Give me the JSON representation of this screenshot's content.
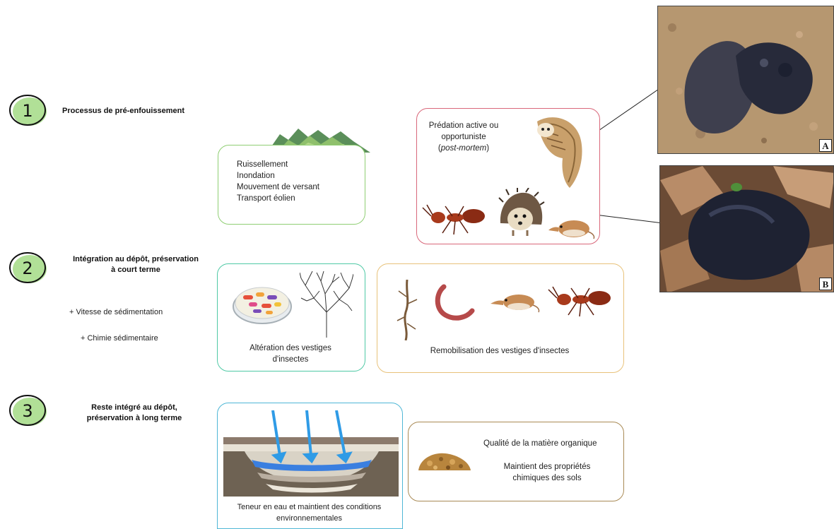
{
  "steps": [
    {
      "number": "1",
      "title": "Processus de pré-enfouissement"
    },
    {
      "number": "2",
      "title_line1": "Intégration au dépôt, préservation",
      "title_line2": "à court terme",
      "factors": [
        "+ Vitesse de sédimentation",
        "+ Chimie sédimentaire"
      ]
    },
    {
      "number": "3",
      "title_line1": "Reste intégré au dépôt,",
      "title_line2": "préservation à long terme"
    }
  ],
  "boxes": {
    "transport": {
      "lines": [
        "Ruissellement",
        "Inondation",
        "Mouvement de versant",
        "Transport éolien"
      ],
      "color": "#8fce73"
    },
    "predation": {
      "line1": "Prédation active ou",
      "line2": "opportuniste",
      "line3_open": "(",
      "line3_italic": "post-mortem",
      "line3_close": ")",
      "color": "#d9677a"
    },
    "alteration": {
      "line1": "Altération des vestiges",
      "line2": "d'insectes",
      "color": "#4fc9a5"
    },
    "remobilisation": {
      "label": "Remobilisation des vestiges d'insectes",
      "color": "#e8c27a"
    },
    "water": {
      "line1": "Teneur en eau et maintient des conditions",
      "line2": "environnementales",
      "color": "#4fb7d6"
    },
    "organic": {
      "line1": "Qualité de la matière organique",
      "line2": "Maintient des propriétés",
      "line3": "chimiques des sols",
      "color": "#a98a55"
    }
  },
  "photos": [
    {
      "label": "A"
    },
    {
      "label": "B"
    }
  ],
  "icons": [
    "mountain-icon",
    "owl-icon",
    "ant-icon",
    "hedgehog-icon",
    "shrew-icon",
    "petri-dish-icon",
    "fungal-mycelium-icon",
    "root-icon",
    "earthworm-icon",
    "soil-profile-icon",
    "organic-matter-icon"
  ]
}
